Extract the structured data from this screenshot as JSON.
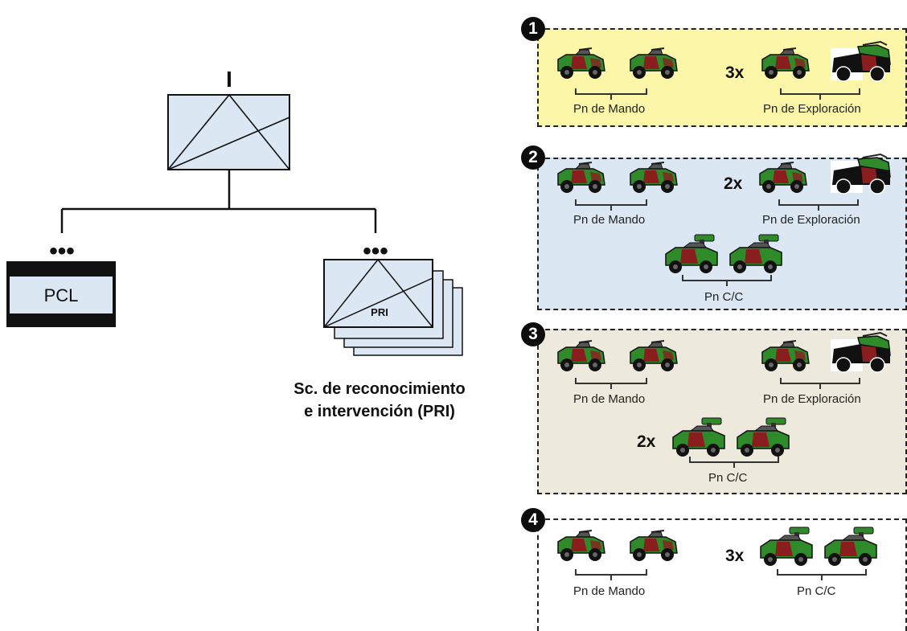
{
  "org": {
    "top_echelon": "I",
    "left_echelon": "•••",
    "right_echelon": "•••",
    "left_unit_label": "PCL",
    "right_unit_label": "PRI",
    "caption_line1": "Sc. de reconocimiento",
    "caption_line2": "e intervención (PRI)"
  },
  "options": [
    {
      "number": "1",
      "color": "#fbf6a8",
      "multiplier_top": "3x",
      "label_a": "Pn de Mando",
      "label_b": "Pn de Exploración"
    },
    {
      "number": "2",
      "color": "#dbe7f2",
      "multiplier_top": "2x",
      "label_a": "Pn de Mando",
      "label_b": "Pn de Exploración",
      "label_c": "Pn C/C"
    },
    {
      "number": "3",
      "color": "#ede9dc",
      "multiplier_bottom": "2x",
      "label_a": "Pn de Mando",
      "label_b": "Pn de Exploración",
      "label_c": "Pn C/C"
    },
    {
      "number": "4",
      "color": "#ffffff",
      "multiplier_top": "3x",
      "label_a": "Pn de Mando",
      "label_c": "Pn C/C"
    }
  ],
  "colors": {
    "unit_fill": "#dbe7f2",
    "vehicle_green": "#2f8a2a",
    "vehicle_red": "#8a1e1e",
    "vehicle_dark": "#111111"
  },
  "icons": [
    "light-vehicle-icon",
    "armored-vehicle-icon",
    "antitank-vehicle-icon"
  ]
}
